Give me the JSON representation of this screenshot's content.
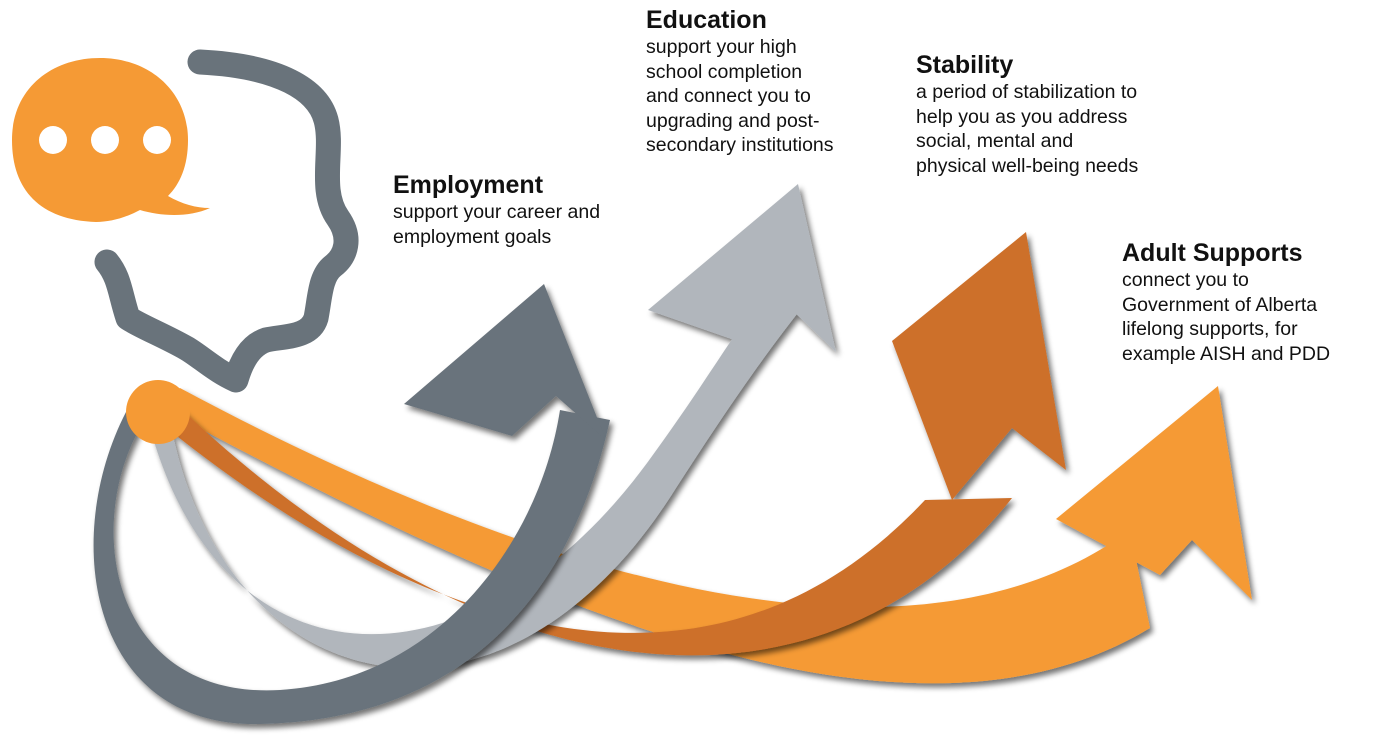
{
  "colors": {
    "dark_gray": "#69737b",
    "light_gray": "#b1b6bc",
    "dark_orange": "#cd6f29",
    "orange": "#f59a35"
  },
  "icons": {
    "speech_bubble": "speech-bubble-icon",
    "head": "head-profile-icon",
    "origin": "origin-dot-icon"
  },
  "blocks": {
    "employment": {
      "title": "Employment",
      "desc": "support your career and\nemployment goals"
    },
    "education": {
      "title": "Education",
      "desc": "support your high\nschool completion\nand connect you to\nupgrading and post-\nsecondary institutions"
    },
    "stability": {
      "title": "Stability",
      "desc": "a period of stabilization to\nhelp you as you address\nsocial, mental and\nphysical well-being needs"
    },
    "adult_supports": {
      "title": "Adult Supports",
      "desc": "connect you to\nGovernment of Alberta\nlifelong supports, for\nexample AISH and PDD"
    }
  }
}
